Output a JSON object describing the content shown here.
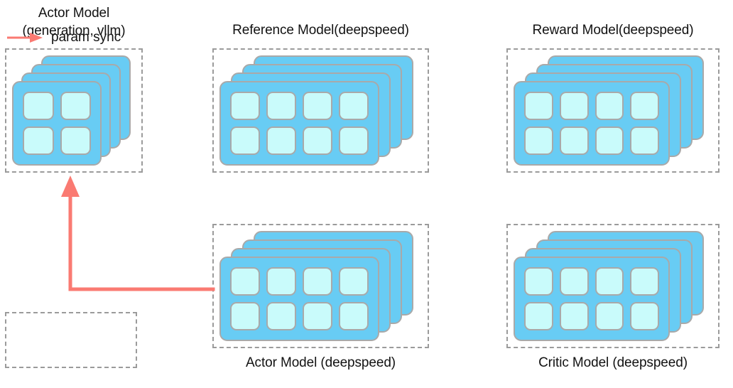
{
  "diagram": {
    "background_color": "#ffffff",
    "card_color": "#68ccf4",
    "cell_color": "#c9fbfb",
    "card_border_color": "#a9a9a9",
    "dash_border_color": "#9b9b9b",
    "arrow_color": "#fa7a72",
    "groups": [
      {
        "id": "actor-vllm",
        "title": "Actor Model\n(generation, vllm)",
        "title_position": "top",
        "cards": 4,
        "grid": "2x2",
        "cells": 4
      },
      {
        "id": "reference",
        "title": "Reference Model(deepspeed)",
        "title_position": "top",
        "cards": 4,
        "grid": "4x2",
        "cells": 8
      },
      {
        "id": "reward",
        "title": "Reward Model(deepspeed)",
        "title_position": "top",
        "cards": 4,
        "grid": "4x2",
        "cells": 8
      },
      {
        "id": "actor-deepspeed",
        "title": "Actor Model (deepspeed)",
        "title_position": "bottom",
        "cards": 4,
        "grid": "4x2",
        "cells": 8
      },
      {
        "id": "critic",
        "title": "Critic Model (deepspeed)",
        "title_position": "bottom",
        "cards": 4,
        "grid": "4x2",
        "cells": 8
      }
    ],
    "legend": {
      "label": "param sync",
      "arrow_color": "#fa7a72"
    },
    "connection": {
      "label": "param sync",
      "from": "actor-deepspeed",
      "to": "actor-vllm",
      "color": "#fa7a72"
    }
  }
}
